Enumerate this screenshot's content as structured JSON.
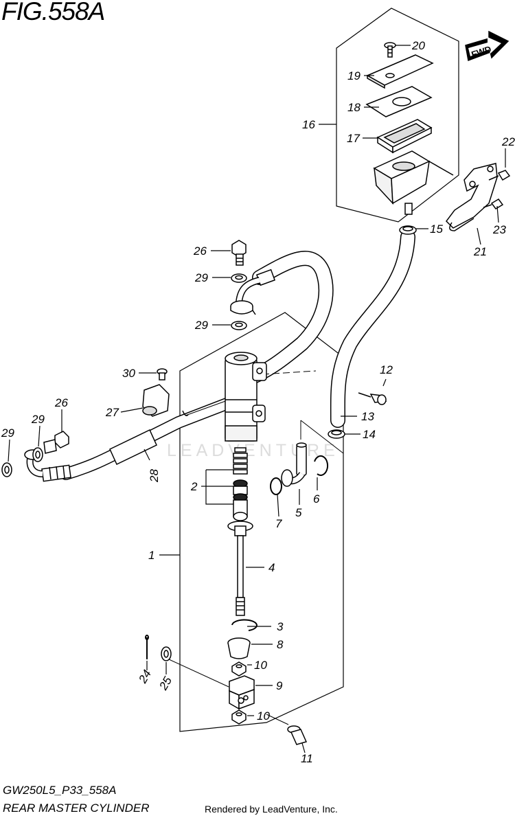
{
  "figure": {
    "title": "FIG.558A",
    "model_code": "GW250L5_P33_558A",
    "diagram_title": "REAR MASTER CYLINDER",
    "credit": "Rendered by LeadVenture, Inc.",
    "watermark": "LEADVENTURE",
    "fwd_label": "FWD"
  },
  "callouts": [
    "1",
    "2",
    "3",
    "4",
    "5",
    "6",
    "7",
    "8",
    "9",
    "10",
    "10",
    "11",
    "12",
    "13",
    "14",
    "15",
    "16",
    "17",
    "18",
    "19",
    "20",
    "21",
    "22",
    "23",
    "24",
    "25",
    "26",
    "26",
    "27",
    "28",
    "29",
    "29",
    "29",
    "29",
    "30"
  ]
}
